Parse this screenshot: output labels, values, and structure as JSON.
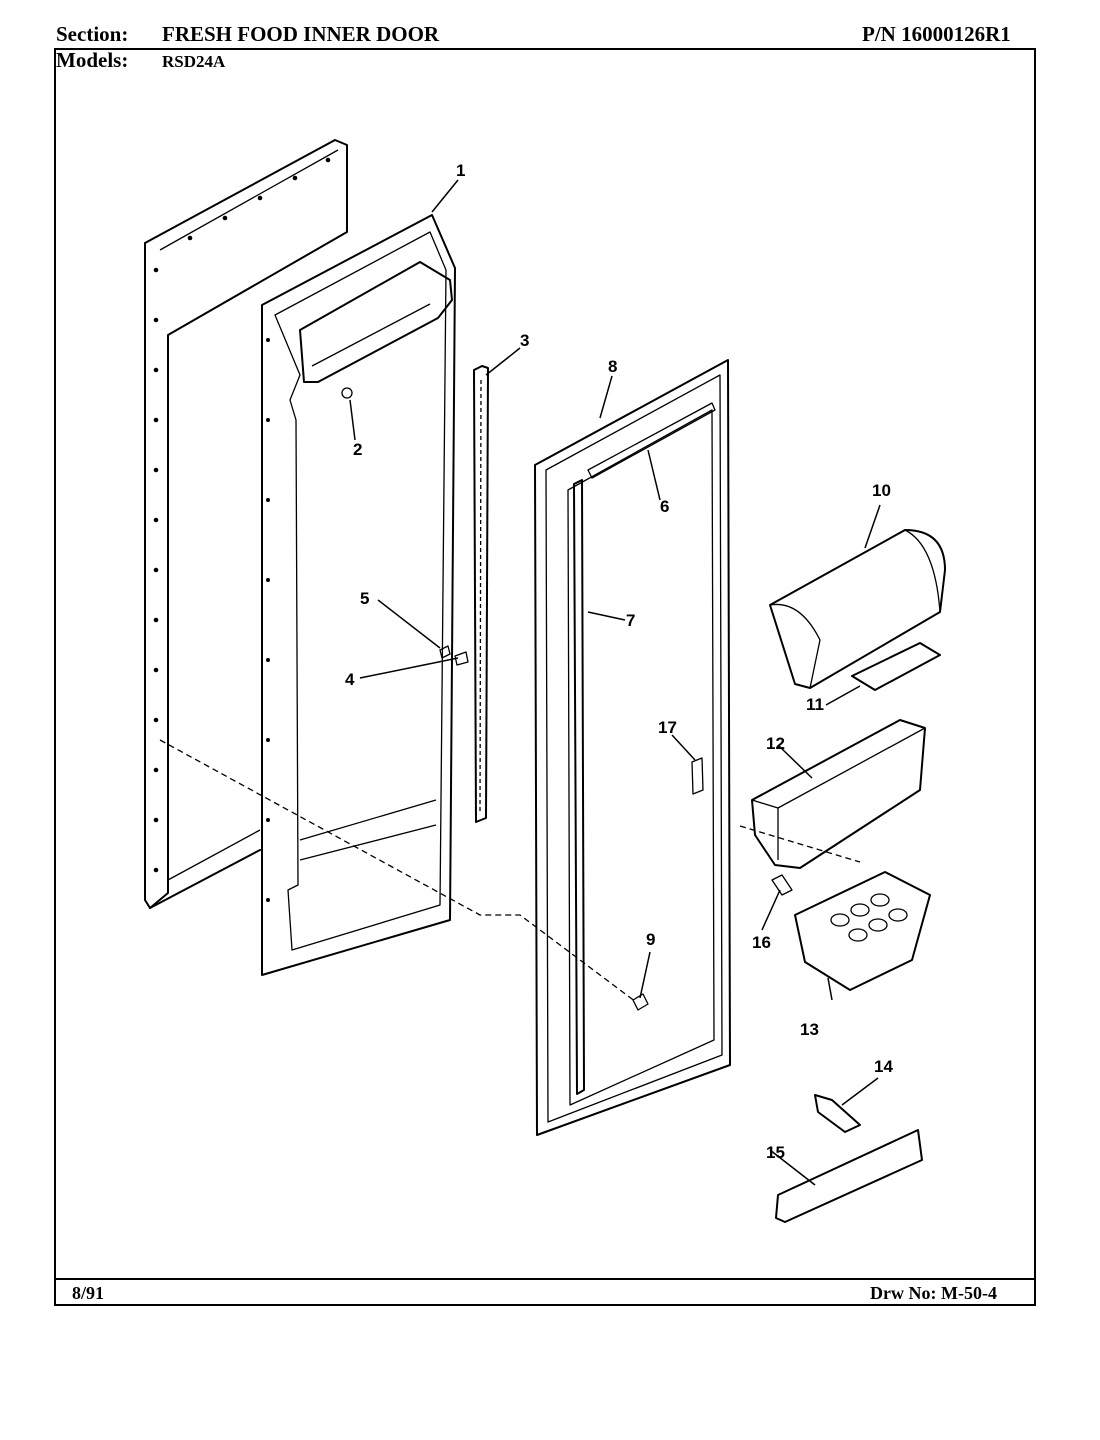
{
  "header": {
    "section_label": "Section:",
    "section_value": "FRESH FOOD INNER DOOR",
    "part_number": "P/N 16000126R1",
    "models_label": "Models:",
    "models_value": "RSD24A"
  },
  "footer": {
    "date": "8/91",
    "drawing_number": "Drw No: M-50-4"
  },
  "callouts": [
    "1",
    "2",
    "3",
    "4",
    "5",
    "6",
    "7",
    "8",
    "9",
    "10",
    "11",
    "12",
    "13",
    "14",
    "15",
    "16",
    "17"
  ]
}
